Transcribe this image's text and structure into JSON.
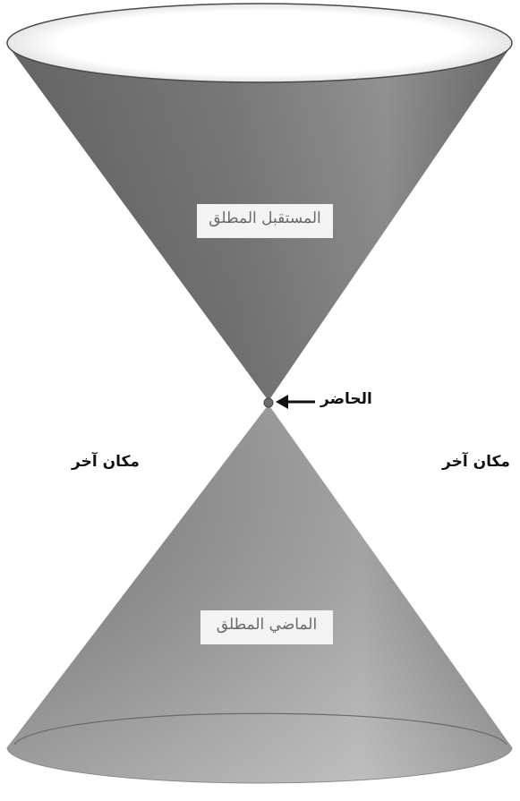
{
  "labels": {
    "future": "المستقبل المطلق",
    "past": "الماضي المطلق",
    "present": "الحاضر",
    "elsewhere_left": "مكان آخر",
    "elsewhere_right": "مكان آخر"
  },
  "colors": {
    "cone_dark": "#5e5e5e",
    "cone_mid": "#8a8a8a",
    "cone_light": "#c9c9c9",
    "rim_fill": "#ffffff",
    "label_bg": "#f3f3f3",
    "text": "#111111"
  }
}
